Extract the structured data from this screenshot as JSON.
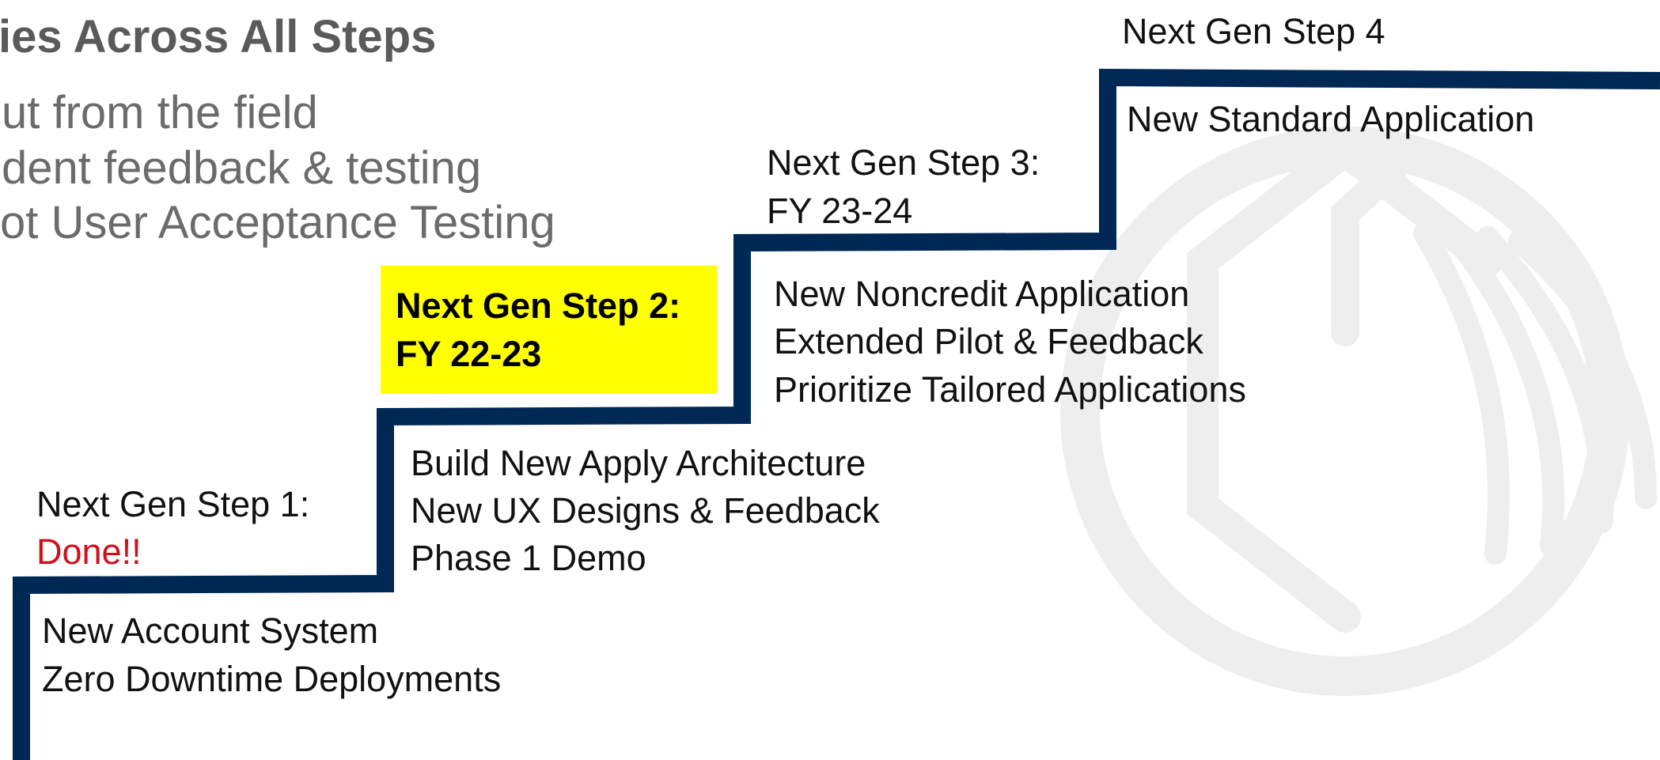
{
  "colors": {
    "stair_line": "#002855",
    "highlight": "#ffff00",
    "done_red": "#d0101e",
    "heading_gray": "#5a5a5a",
    "bullet_gray": "#6b6b6b",
    "watermark_gray": "#eeeeee"
  },
  "header": {
    "title": "ies Across All Steps",
    "bullets": [
      "ut from the field",
      "dent feedback & testing",
      "ot User Acceptance Testing"
    ]
  },
  "steps": [
    {
      "label": "Next Gen Step 1:",
      "status": "Done!!",
      "items": [
        "New Account System",
        "Zero Downtime Deployments"
      ]
    },
    {
      "label": "Next Gen Step 2:",
      "status": "FY 22-23",
      "items": [
        "Build New Apply Architecture",
        "New UX Designs & Feedback",
        "Phase 1 Demo"
      ]
    },
    {
      "label": "Next Gen Step 3:",
      "status": "FY 23-24",
      "items": [
        "New Noncredit Application",
        "Extended Pilot & Feedback",
        "Prioritize Tailored Applications"
      ]
    },
    {
      "label": "Next Gen Step 4",
      "items": [
        "New Standard Application"
      ]
    }
  ],
  "icons": {
    "watermark": "college-logo-watermark-icon"
  }
}
